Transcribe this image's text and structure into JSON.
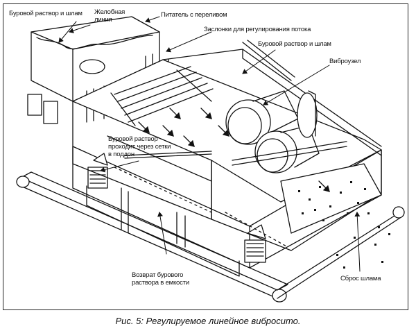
{
  "labels": {
    "mud_and_cuttings_in": "Буровой раствор и шлам",
    "trough": "Желобная линия",
    "feeder": "Питатель с переливом",
    "flow_gates": "Заслонки для регулирования потока",
    "mud_and_cuttings_screen": "Буровой раствор и шлам",
    "vibrator": "Виброузел",
    "mud_through_screen": "Буровой раствор проходит через сетки в поддон",
    "return_to_tanks": "Возврат бурового раствора в емкости",
    "cuttings_discharge": "Сброс шлама"
  },
  "caption": "Рис. 5: Регулируемое линейное вибросито.",
  "colors": {
    "line": "#111111",
    "background": "#ffffff"
  }
}
